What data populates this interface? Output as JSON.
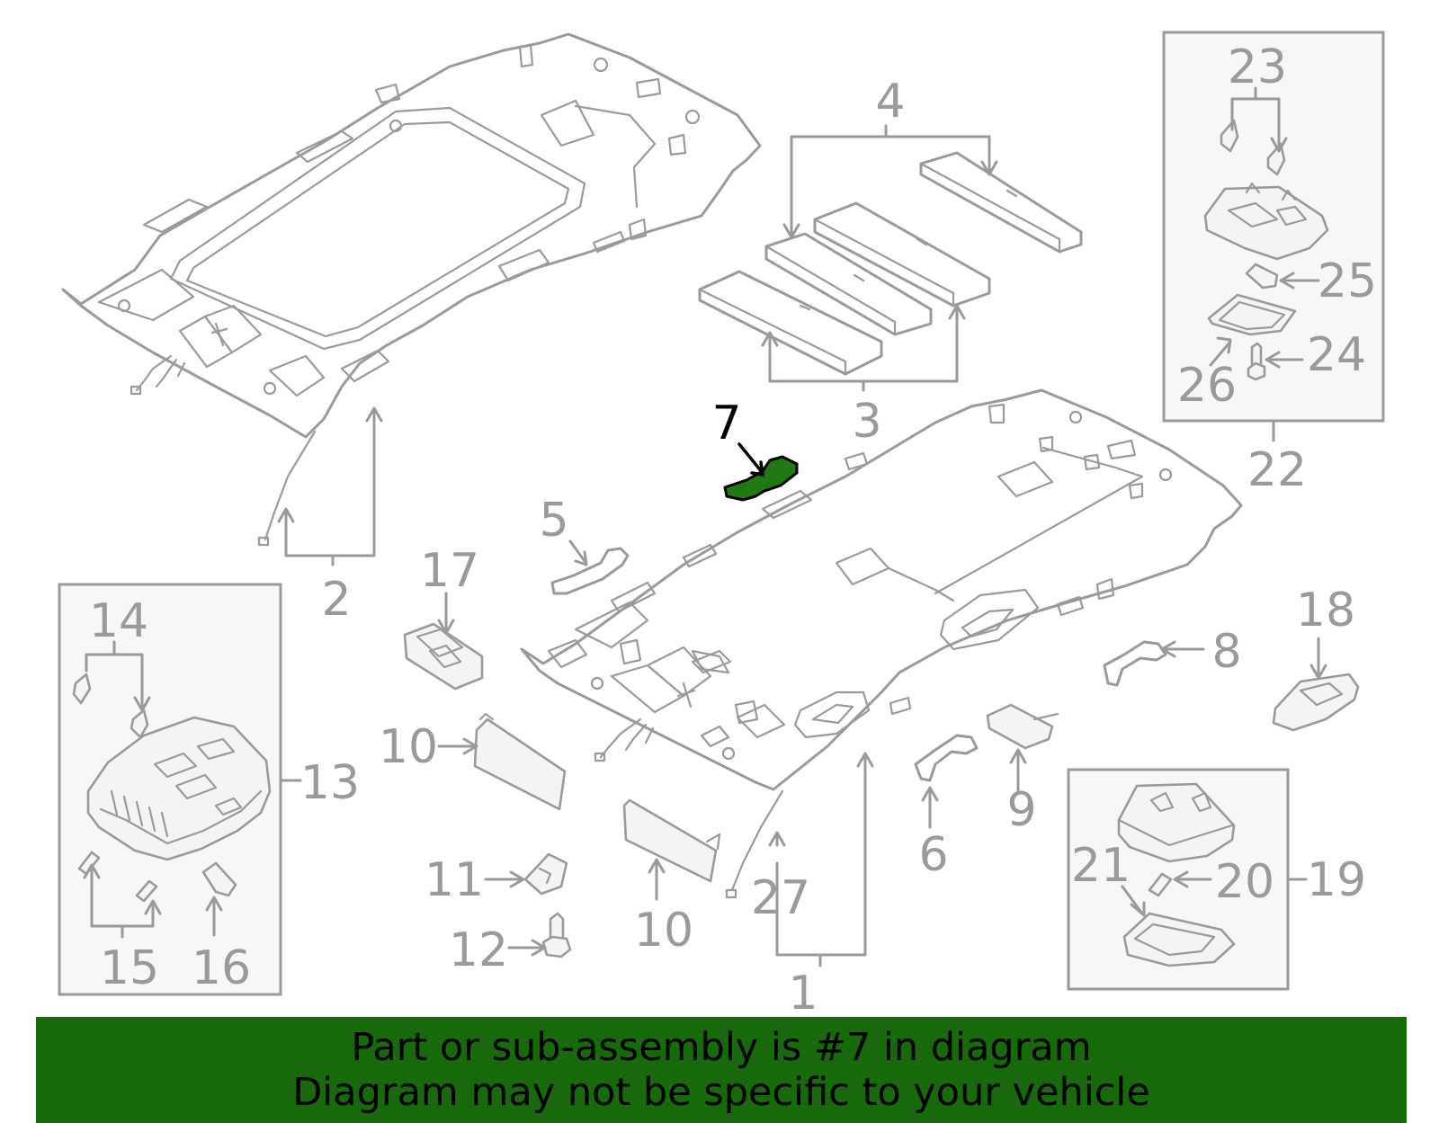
{
  "callouts": [
    {
      "id": "1",
      "label": "1"
    },
    {
      "id": "2",
      "label": "2"
    },
    {
      "id": "3",
      "label": "3"
    },
    {
      "id": "4",
      "label": "4"
    },
    {
      "id": "5",
      "label": "5"
    },
    {
      "id": "6",
      "label": "6"
    },
    {
      "id": "7",
      "label": "7",
      "highlighted": true
    },
    {
      "id": "8",
      "label": "8"
    },
    {
      "id": "9",
      "label": "9"
    },
    {
      "id": "10a",
      "label": "10"
    },
    {
      "id": "10b",
      "label": "10"
    },
    {
      "id": "11",
      "label": "11"
    },
    {
      "id": "12",
      "label": "12"
    },
    {
      "id": "13",
      "label": "13"
    },
    {
      "id": "14",
      "label": "14"
    },
    {
      "id": "15",
      "label": "15"
    },
    {
      "id": "16",
      "label": "16"
    },
    {
      "id": "17",
      "label": "17"
    },
    {
      "id": "18",
      "label": "18"
    },
    {
      "id": "19",
      "label": "19"
    },
    {
      "id": "20",
      "label": "20"
    },
    {
      "id": "21",
      "label": "21"
    },
    {
      "id": "22",
      "label": "22"
    },
    {
      "id": "23",
      "label": "23"
    },
    {
      "id": "24",
      "label": "24"
    },
    {
      "id": "25",
      "label": "25"
    },
    {
      "id": "26",
      "label": "26"
    },
    {
      "id": "27",
      "label": "27"
    }
  ],
  "banner": {
    "line1": "Part or sub-assembly is #7 in diagram",
    "line2": "Diagram may not be specific to your vehicle"
  },
  "colors": {
    "highlight": "#1f7a12",
    "banner": "#17690c",
    "line": "#9a9a9a"
  }
}
